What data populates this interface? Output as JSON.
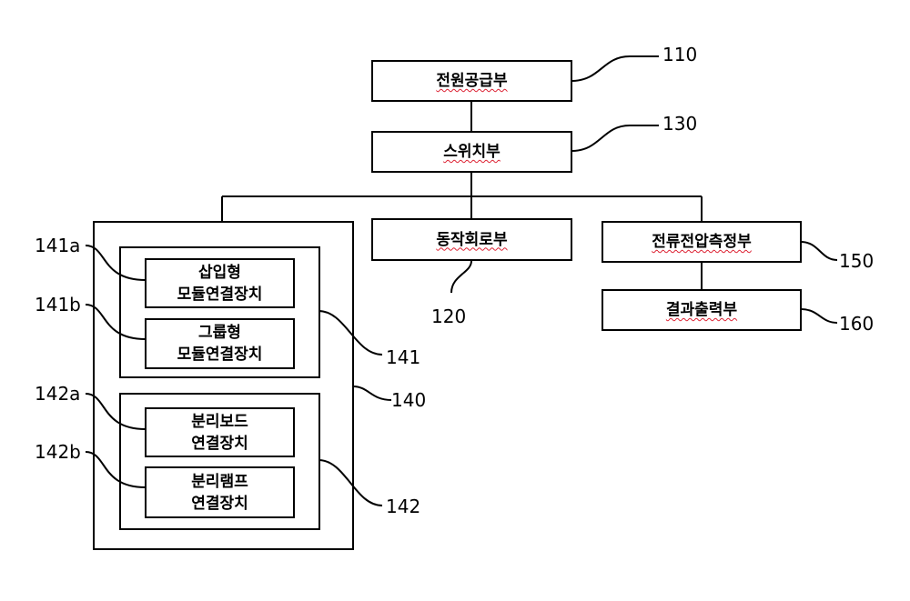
{
  "blocks": {
    "power_supply": "전원공급부",
    "switch": "스위치부",
    "operation_circuit": "동작회로부",
    "current_voltage_measure": "전류전압측정부",
    "result_output": "결과출력부",
    "insert_module_1": "삽입형",
    "insert_module_2": "모듈연결장치",
    "group_module_1": "그룹형",
    "group_module_2": "모듈연결장치",
    "separate_board_1": "분리보드",
    "separate_board_2": "연결장치",
    "separate_lamp_1": "분리램프",
    "separate_lamp_2": "연결장치"
  },
  "refs": {
    "r110": "110",
    "r130": "130",
    "r120": "120",
    "r150": "150",
    "r160": "160",
    "r140": "140",
    "r141": "141",
    "r142": "142",
    "r141a": "141a",
    "r141b": "141b",
    "r142a": "142a",
    "r142b": "142b"
  }
}
